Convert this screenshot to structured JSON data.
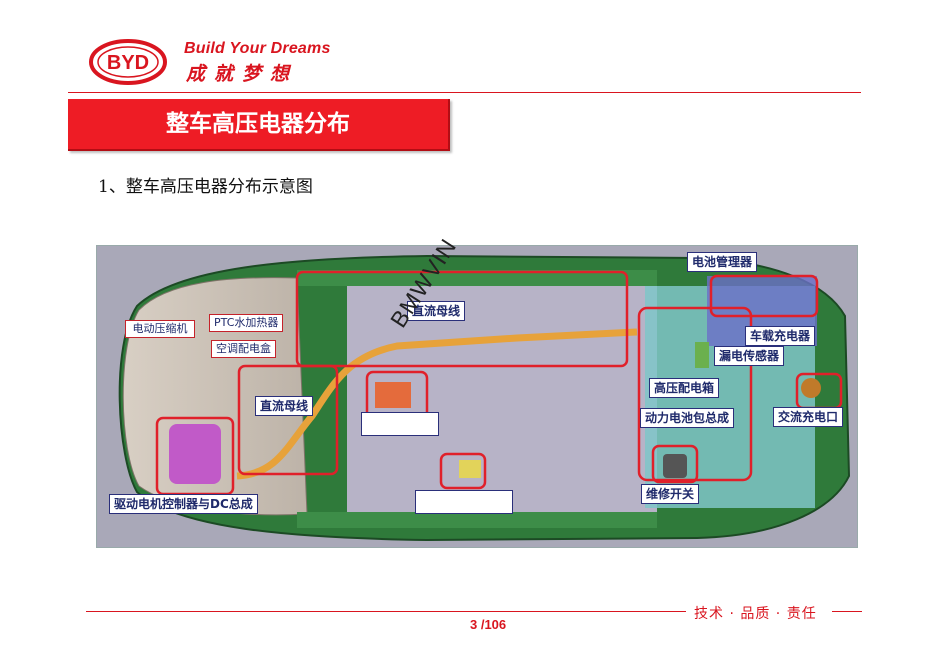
{
  "brand": {
    "logo_text": "BYD",
    "slogan_en": "Build Your Dreams",
    "slogan_cn": "成就梦想",
    "accent": "#d9151f"
  },
  "header": {
    "title": "整车高压电器分布"
  },
  "content": {
    "subtitle": "1、整车高压电器分布示意图"
  },
  "diagram": {
    "watermark": "BMWVIN",
    "labels": {
      "battery_manager": "电池管理器",
      "dc_bus_top": "直流母线",
      "onboard_charger": "车载充电器",
      "leakage_sensor": "漏电传感器",
      "hv_distribution_box": "高压配电箱",
      "power_battery_pack": "动力电池包总成",
      "ac_charge_port": "交流充电口",
      "service_switch": "维修开关",
      "dc_bus_front": "直流母线",
      "motor_controller_dc": "驱动电机控制器与DC总成",
      "electric_compressor": "电动压缩机",
      "ptc_heater": "PTC水加热器",
      "ac_distribution_box": "空调配电盒"
    }
  },
  "footer": {
    "slogan": "技术 · 品质 · 责任",
    "page": "3 /106"
  }
}
